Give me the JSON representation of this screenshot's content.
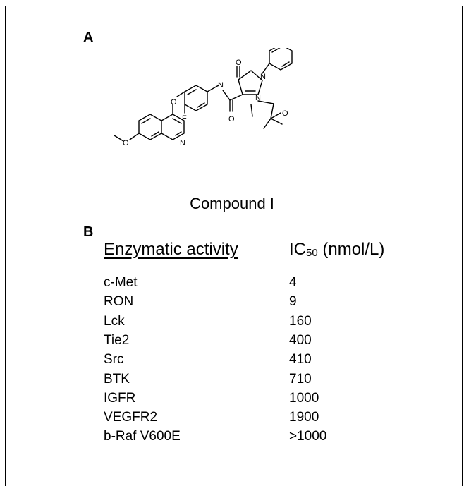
{
  "panel_a": {
    "label": "A",
    "caption": "Compound I"
  },
  "molecule": {
    "atom_labels": [
      "O",
      "N",
      "O",
      "N",
      "N",
      "O",
      "O",
      "F",
      "N",
      "O"
    ]
  },
  "panel_b": {
    "label": "B",
    "header_left": "Enzymatic activity",
    "header_right_main": "IC",
    "header_right_sub": "50",
    "header_right_unit": " (nmol/L)",
    "rows": [
      {
        "name": "c-Met",
        "value": "4"
      },
      {
        "name": "RON",
        "value": "9"
      },
      {
        "name": "Lck",
        "value": "160"
      },
      {
        "name": "Tie2",
        "value": "400"
      },
      {
        "name": "Src",
        "value": "410"
      },
      {
        "name": "BTK",
        "value": "710"
      },
      {
        "name": "IGFR",
        "value": "1000"
      },
      {
        "name": "VEGFR2",
        "value": "1900"
      },
      {
        "name": "b-Raf V600E",
        "value": ">1000"
      }
    ]
  }
}
